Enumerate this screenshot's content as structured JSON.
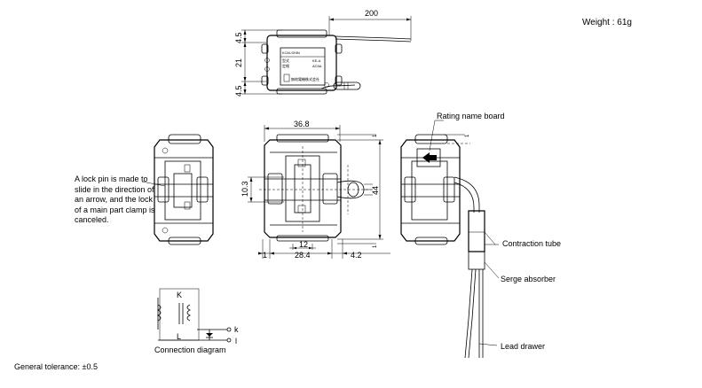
{
  "weight": "Weight : 61g",
  "general_tolerance": "General tolerance: ±0.5",
  "top_view": {
    "dim_length": "200",
    "dim_a": "4.5",
    "dim_b": "21",
    "dim_c": "4.5",
    "plate_model": "KCM-SHIN",
    "plate_line1": "型式",
    "plate_line2": "定格",
    "plate_val1": "KE-A",
    "plate_val2": "AC5A",
    "plate_maker": "無地電機株式会社"
  },
  "front_view": {
    "dim_width": "36.8",
    "dim_height": "44",
    "dim_window": "10.3",
    "dim_center": "12",
    "dim_bottom": "28.4",
    "dim_left": "1",
    "dim_right": "4.2",
    "dim_tr": "1",
    "dim_br": "1"
  },
  "side_view": {
    "dim_tr": "1"
  },
  "lock_note": "A lock pin is made to slide in the direction of an arrow, and the lock of a main part clamp is canceled.",
  "callouts": {
    "rating_name_board": "Rating name board",
    "contraction_tube": "Contraction tube",
    "serge_absorber": "Serge absorber",
    "lead_drawer": "Lead drawer"
  },
  "connection": {
    "K": "K",
    "L": "L",
    "k": "k",
    "l": "l",
    "caption": "Connection diagram"
  }
}
